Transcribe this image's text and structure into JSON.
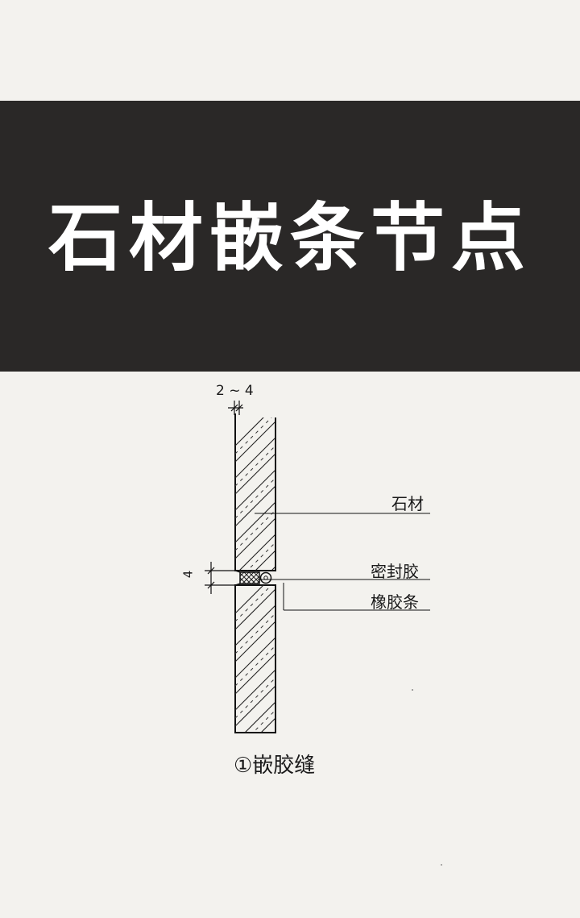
{
  "banner": {
    "title": "石材嵌条节点"
  },
  "diagram": {
    "dim_top": "2 ~ 4",
    "dim_joint": "4",
    "labels": {
      "stone": "石材",
      "sealant": "密封胶",
      "rubber_strip": "橡胶条"
    },
    "caption": "①嵌胶缝"
  }
}
